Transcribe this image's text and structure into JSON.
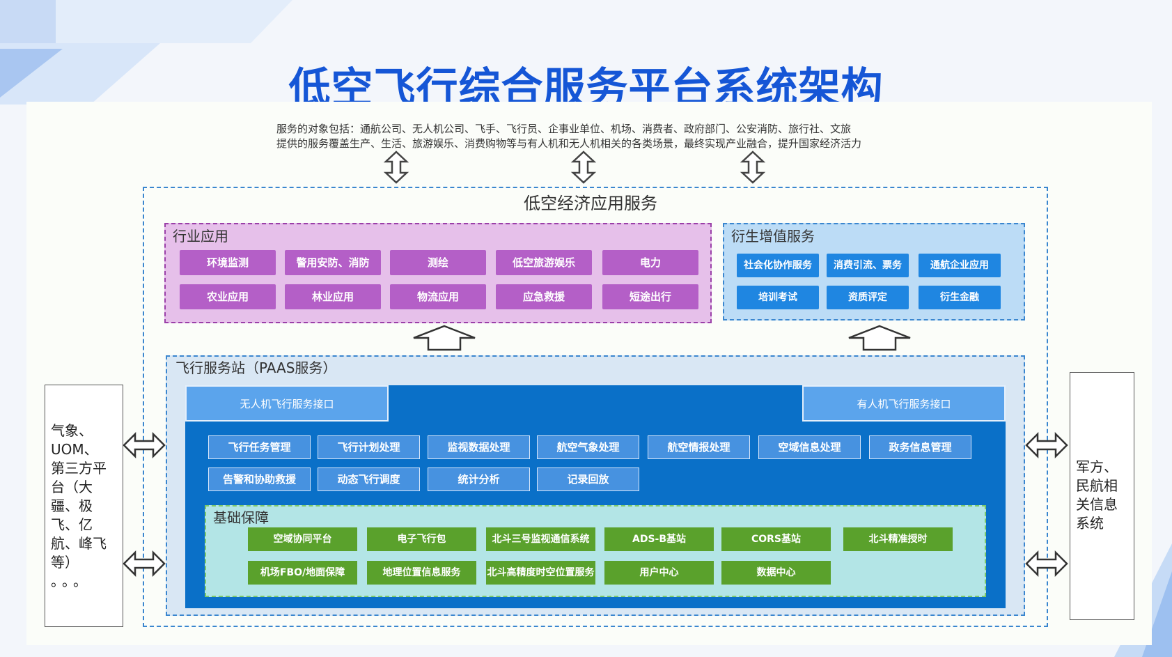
{
  "title": "低空飞行综合服务平台系统架构",
  "intro": {
    "line1": "服务的对象包括：通航公司、无人机公司、飞手、飞行员、企事业单位、机场、消费者、政府部门、公安消防、旅行社、文旅",
    "line2": "提供的服务覆盖生产、生活、旅游娱乐、消费购物等与有人机和无人机相关的各类场景，最终实现产业融合，提升国家经济活力"
  },
  "app_layer": {
    "title": "低空经济应用服务",
    "industry": {
      "title": "行业应用",
      "items": [
        "环境监测",
        "警用安防、消防",
        "测绘",
        "低空旅游娱乐",
        "电力",
        "农业应用",
        "林业应用",
        "物流应用",
        "应急救援",
        "短途出行"
      ]
    },
    "value_added": {
      "title": "衍生增值服务",
      "items": [
        "社会化协作服务",
        "消费引流、票务",
        "通航企业应用",
        "培训考试",
        "资质评定",
        "衍生金融"
      ]
    }
  },
  "paas": {
    "title": "飞行服务站（PAAS服务）",
    "uav_interface": "无人机飞行服务接口",
    "manned_interface": "有人机飞行服务接口",
    "functions": [
      "飞行任务管理",
      "飞行计划处理",
      "监视数据处理",
      "航空气象处理",
      "航空情报处理",
      "空域信息处理",
      "政务信息管理",
      "告警和协助救援",
      "动态飞行调度",
      "统计分析",
      "记录回放"
    ],
    "foundation": {
      "title": "基础保障",
      "items": [
        "空域协同平台",
        "电子飞行包",
        "北斗三号监视通信系统",
        "ADS-B基站",
        "CORS基站",
        "北斗精准授时",
        "机场FBO/地面保障",
        "地理位置信息服务",
        "北斗高精度时空位置服务",
        "用户中心",
        "数据中心"
      ]
    }
  },
  "left_box": {
    "lines": [
      "气象、",
      "UOM、",
      "第三方平",
      "台（大",
      "疆、极",
      "飞、亿",
      "航、峰飞",
      "等）",
      "。。。"
    ]
  },
  "right_box": {
    "lines": [
      "军方、",
      "民航相",
      "关信息",
      "系统"
    ]
  },
  "colors": {
    "title": "#1556d6",
    "industry_btn": "#b45fc7",
    "value_btn": "#1f86e1",
    "paas_inner": "#0a70c8",
    "function_btn": "#4792e0",
    "foundation_btn": "#5aa12c"
  }
}
